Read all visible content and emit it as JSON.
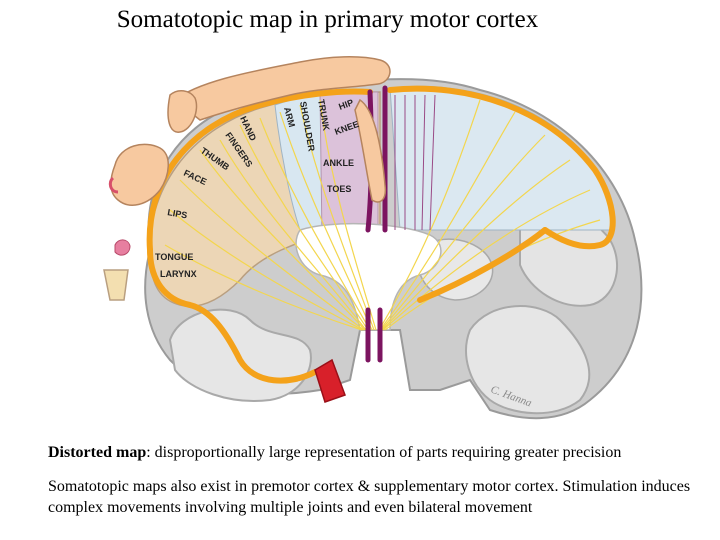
{
  "title": "Somatotopic map in primary motor cortex",
  "labels": {
    "hip": "HIP",
    "trunk": "TRUNK",
    "knee": "KNEE",
    "shoulder": "SHOULDER",
    "arm": "ARM",
    "hand": "HAND",
    "fingers": "FINGERS",
    "thumb": "THUMB",
    "face": "FACE",
    "lips": "LIPS",
    "tongue": "TONGUE",
    "larynx": "LARYNX",
    "ankle": "ANKLE",
    "toes": "TOES"
  },
  "signature": "C. Hanna",
  "caption1": {
    "bold": "Distorted map",
    "rest": ": disproportionally large representation of parts requiring greater precision"
  },
  "caption2": "Somatotopic maps also exist in premotor cortex & supplementary motor cortex. Stimulation induces complex movements involving multiple joints and even bilateral movement",
  "colors": {
    "tract": "#f4a21a",
    "tract_light": "#f3d64e",
    "midline": "#7c1460",
    "brainstem_red": "#d8202a",
    "skin": "#f7c9a0",
    "cortex_tan": "#ebd4b3",
    "cortex_blue": "#d6e6f0",
    "cortex_pink": "#dcc0d8",
    "gray_matter": "#c8c8c8"
  }
}
